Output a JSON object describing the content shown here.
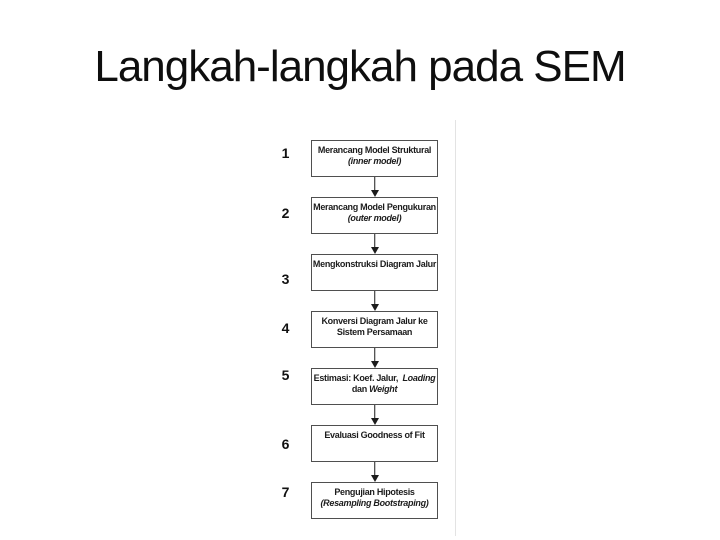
{
  "slide": {
    "title": "Langkah-langkah pada SEM",
    "background_color": "#ffffff",
    "title_color": "#0e0e0e"
  },
  "flowchart": {
    "text_color": "#1c1c1c",
    "box_border_color": "#4f4f4f",
    "arrow_color": "#1c1c1c",
    "steps": [
      {
        "number": "1",
        "l1a": "Merancang Model Struktural",
        "l2a": "(inner model)"
      },
      {
        "number": "2",
        "l1a": "Merancang Model Pengukuran",
        "l2a": "(outer model)"
      },
      {
        "number": "3",
        "l1a": "Mengkonstruksi Diagram Jalur"
      },
      {
        "number": "4",
        "l1a": "Konversi Diagram Jalur ke",
        "l2a": "Sistem Persamaan"
      },
      {
        "number": "5",
        "l1a": "Estimasi: Koef. Jalur,  ",
        "l1b": "Loading",
        "l2a": "dan ",
        "l2b": "Weight"
      },
      {
        "number": "6",
        "l1a": "Evaluasi Goodness of Fit"
      },
      {
        "number": "7",
        "l1a": "Pengujian Hipotesis",
        "l2a": "(Resampling Bootstraping)"
      }
    ]
  }
}
